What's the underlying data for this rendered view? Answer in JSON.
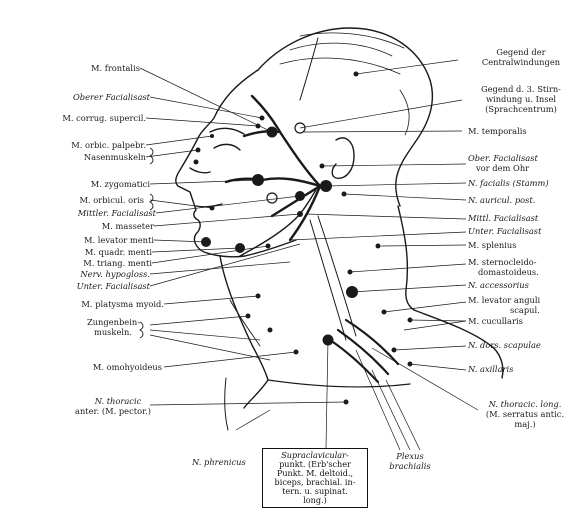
{
  "labels_left": [
    {
      "id": "frontalis",
      "text": "M. frontalis",
      "italic": false
    },
    {
      "id": "oberer-facialisast",
      "text": "Oberer Facialisast",
      "italic": true
    },
    {
      "id": "corrug",
      "text": "M. corrug. supercil.",
      "italic": false
    },
    {
      "id": "orbic-palpebr",
      "text": "M. orbic. palpebr.",
      "italic": false
    },
    {
      "id": "nasenmuskeln",
      "text": "Nasenmuskeln",
      "italic": false
    },
    {
      "id": "zygomatici",
      "text": "M. zygomatici",
      "italic": false
    },
    {
      "id": "orbicul-oris",
      "text": "M. orbicul. oris",
      "italic": false
    },
    {
      "id": "mittler-facialisast",
      "text": "Mittler. Facialisast",
      "italic": true
    },
    {
      "id": "masseter",
      "text": "M. masseter",
      "italic": false
    },
    {
      "id": "levator-menti",
      "text": "M. levator menti",
      "italic": false
    },
    {
      "id": "quadr-menti",
      "text": "M. quadr. menti",
      "italic": false
    },
    {
      "id": "triang-menti",
      "text": "M. triang. menti",
      "italic": false
    },
    {
      "id": "nerv-hypogloss",
      "text": "Nerv. hypogloss.",
      "italic": true
    },
    {
      "id": "unter-facialisast-l",
      "text": "Unter. Facialisast",
      "italic": true
    },
    {
      "id": "platysma",
      "text": "M. platysma myoid.",
      "italic": false
    },
    {
      "id": "zungenbein-1",
      "text": "Zungenbein-",
      "italic": false
    },
    {
      "id": "zungenbein-2",
      "text": "muskeln.",
      "italic": false
    },
    {
      "id": "omohyoideus",
      "text": "M. omohyoideus",
      "italic": false
    },
    {
      "id": "thoracic-anter-1",
      "text": "N. thoracic",
      "italic": true
    },
    {
      "id": "thoracic-anter-2",
      "text": "anter. (M. pector.)",
      "italic": false
    }
  ],
  "labels_right": [
    {
      "id": "centralwindungen-1",
      "text": "Gegend der",
      "italic": false
    },
    {
      "id": "centralwindungen-2",
      "text": "Centralwindungen",
      "italic": false
    },
    {
      "id": "stirnwindung-1",
      "text": "Gegend d. 3. Stirn-",
      "italic": false
    },
    {
      "id": "stirnwindung-2",
      "text": "windung u. Insel",
      "italic": false
    },
    {
      "id": "stirnwindung-3",
      "text": "(Sprachcentrum)",
      "italic": false
    },
    {
      "id": "temporalis",
      "text": "M. temporalis",
      "italic": false
    },
    {
      "id": "ober-facialisast-1",
      "text": "Ober. Facialisast",
      "italic": true
    },
    {
      "id": "ober-facialisast-2",
      "text": "vor dem Ohr",
      "italic": false
    },
    {
      "id": "n-facialis",
      "text": "N. facialis (Stamm)",
      "italic": true
    },
    {
      "id": "auricul-post",
      "text": "N. auricul. post.",
      "italic": true
    },
    {
      "id": "mittl-facialisast",
      "text": "Mittl. Facialisast",
      "italic": true
    },
    {
      "id": "unter-facialisast-r",
      "text": "Unter. Facialisast",
      "italic": true
    },
    {
      "id": "splenius",
      "text": "M. splenius",
      "italic": false
    },
    {
      "id": "sternocleido-1",
      "text": "M. sternocleido-",
      "italic": false
    },
    {
      "id": "sternocleido-2",
      "text": "domastoideus.",
      "italic": false
    },
    {
      "id": "accessorius",
      "text": "N. accessorius",
      "italic": true
    },
    {
      "id": "levator-anguli-1",
      "text": "M. levator anguli",
      "italic": false
    },
    {
      "id": "levator-anguli-2",
      "text": "scapul.",
      "italic": false
    },
    {
      "id": "cucullaris",
      "text": "M. cucullaris",
      "italic": false
    },
    {
      "id": "dors-scapulae",
      "text": "N. dors. scapulae",
      "italic": true
    },
    {
      "id": "axillaris",
      "text": "N. axillaris",
      "italic": true
    },
    {
      "id": "thoracic-long-1",
      "text": "N. thoracic. long.",
      "italic": true
    },
    {
      "id": "thoracic-long-2",
      "text": "(M. serratus antic.",
      "italic": false
    },
    {
      "id": "thoracic-long-3",
      "text": "maj.)",
      "italic": false
    }
  ],
  "labels_bottom": [
    {
      "id": "phrenicus",
      "text": "N. phrenicus",
      "italic": true
    },
    {
      "id": "plexus-1",
      "text": "Plexus",
      "italic": true
    },
    {
      "id": "plexus-2",
      "text": "brachialis",
      "italic": true
    }
  ],
  "supraclavicular": {
    "lines": [
      "Supraclavicular-",
      "punkt. (Erb'scher",
      "Punkt. M. deltoid.,",
      "biceps, brachial. in-",
      "tern. u. supinat.",
      "long.)"
    ]
  },
  "colors": {
    "ink": "#1a1a1a",
    "paper": "#ffffff"
  }
}
